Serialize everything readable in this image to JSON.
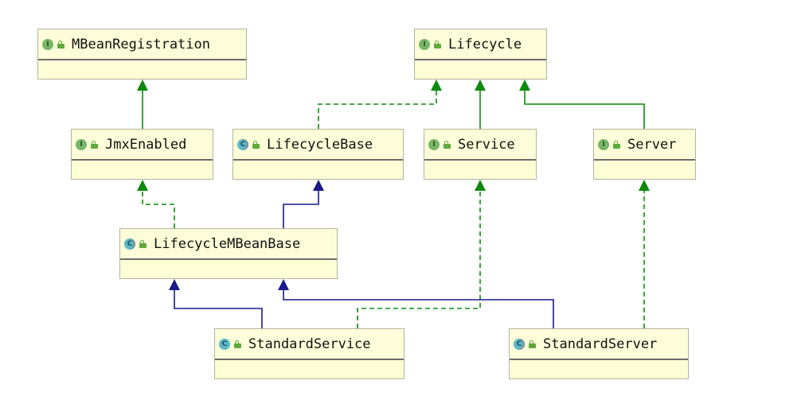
{
  "colors": {
    "implements": "#0c8a0c",
    "extends": "#1a1a8c",
    "node_fill": "#fefed6",
    "interface_icon": "#77b767",
    "class_icon": "#5cb8c8",
    "lock_icon": "#5faa3a"
  },
  "nodes": [
    {
      "id": "mbean-registration",
      "label": "MBeanRegistration",
      "kind": "interface",
      "kind_letter": "I"
    },
    {
      "id": "lifecycle",
      "label": "Lifecycle",
      "kind": "interface",
      "kind_letter": "I"
    },
    {
      "id": "jmx-enabled",
      "label": "JmxEnabled",
      "kind": "interface",
      "kind_letter": "I"
    },
    {
      "id": "lifecycle-base",
      "label": "LifecycleBase",
      "kind": "abstract",
      "kind_letter": "C"
    },
    {
      "id": "service",
      "label": "Service",
      "kind": "interface",
      "kind_letter": "I"
    },
    {
      "id": "server",
      "label": "Server",
      "kind": "interface",
      "kind_letter": "I"
    },
    {
      "id": "lifecycle-mbean-base",
      "label": "LifecycleMBeanBase",
      "kind": "abstract",
      "kind_letter": "C"
    },
    {
      "id": "standard-service",
      "label": "StandardService",
      "kind": "class",
      "kind_letter": "C"
    },
    {
      "id": "standard-server",
      "label": "StandardServer",
      "kind": "abstract",
      "kind_letter": "C"
    }
  ],
  "edges": [
    {
      "from": "jmx-enabled",
      "to": "mbean-registration",
      "type": "extends-interface"
    },
    {
      "from": "lifecycle-base",
      "to": "lifecycle",
      "type": "implements"
    },
    {
      "from": "service",
      "to": "lifecycle",
      "type": "extends-interface"
    },
    {
      "from": "server",
      "to": "lifecycle",
      "type": "extends-interface"
    },
    {
      "from": "lifecycle-mbean-base",
      "to": "jmx-enabled",
      "type": "implements"
    },
    {
      "from": "lifecycle-mbean-base",
      "to": "lifecycle-base",
      "type": "extends"
    },
    {
      "from": "standard-service",
      "to": "lifecycle-mbean-base",
      "type": "extends"
    },
    {
      "from": "standard-service",
      "to": "service",
      "type": "implements"
    },
    {
      "from": "standard-server",
      "to": "lifecycle-mbean-base",
      "type": "extends"
    },
    {
      "from": "standard-server",
      "to": "server",
      "type": "implements"
    }
  ]
}
